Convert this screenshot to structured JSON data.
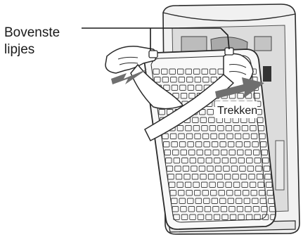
{
  "callout": {
    "line1": "Bovenste",
    "line2": "lipjes"
  },
  "pull_label": "Trekken",
  "colors": {
    "outline": "#2a2a2a",
    "housing": "#f1f1f1",
    "housing_inner": "#d9d9d9",
    "filter_grid": "#444444",
    "arrow": "#6f6f6f",
    "label_bg": "#ffffff"
  }
}
